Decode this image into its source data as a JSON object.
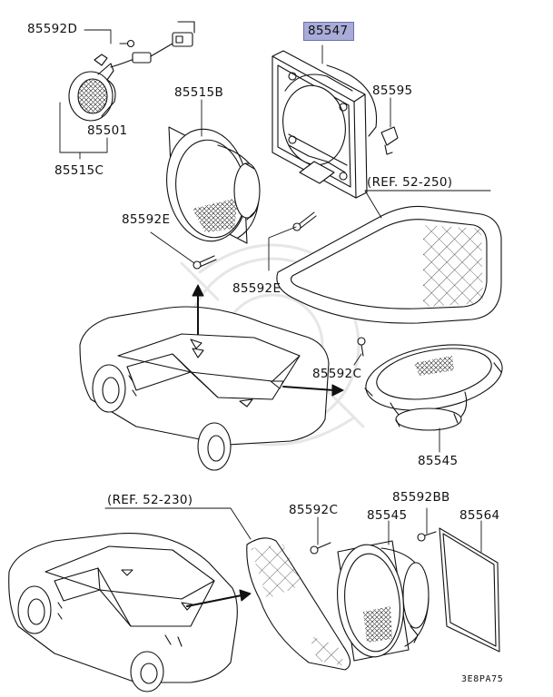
{
  "labels": {
    "p85592D": "85592D",
    "p85547": "85547",
    "p85515B": "85515B",
    "p85595": "85595",
    "p85501": "85501",
    "p85515C": "85515C",
    "ref_52_250": "(REF. 52-250)",
    "p85592E_left": "85592E",
    "p85592E_right": "85592E",
    "p85592C_upper": "85592C",
    "p85545_upper": "85545",
    "ref_52_230": "(REF. 52-230)",
    "p85592C_lower": "85592C",
    "p85592BB": "85592BB",
    "p85545_lower": "85545",
    "p85564": "85564",
    "diagram_code": "3E8PA75"
  },
  "highlight_color": "#a9acd8",
  "highlighted_part": "85547",
  "line_color": "#111111"
}
